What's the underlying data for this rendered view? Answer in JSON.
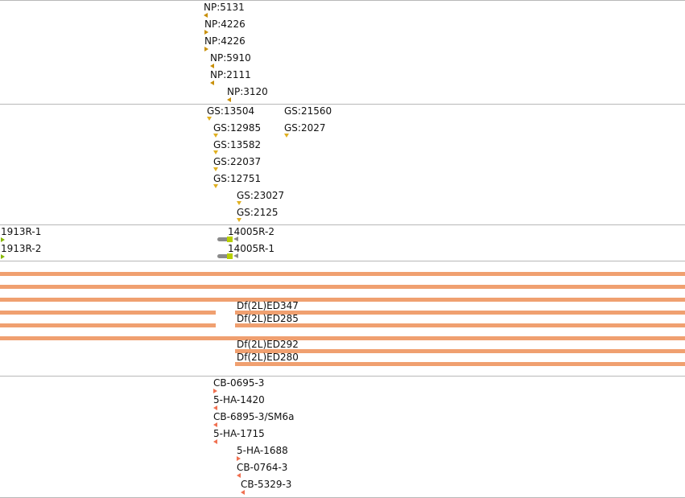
{
  "tracks": {
    "np": {
      "features": [
        {
          "label": "NP:5131",
          "orient": "left"
        },
        {
          "label": "NP:4226",
          "orient": "right"
        },
        {
          "label": "NP:4226",
          "orient": "right"
        },
        {
          "label": "NP:5910",
          "orient": "left"
        },
        {
          "label": "NP:2111",
          "orient": "left"
        },
        {
          "label": "NP:3120",
          "orient": "left"
        }
      ]
    },
    "gs": {
      "features": [
        {
          "label": "GS:13504",
          "orient": "down"
        },
        {
          "label": "GS:21560",
          "orient": "down"
        },
        {
          "label": "GS:12985",
          "orient": "down"
        },
        {
          "label": "GS:2027",
          "orient": "down"
        },
        {
          "label": "GS:13582",
          "orient": "down"
        },
        {
          "label": "GS:22037",
          "orient": "down"
        },
        {
          "label": "GS:12751",
          "orient": "down"
        },
        {
          "label": "GS:23027",
          "orient": "down"
        },
        {
          "label": "GS:2125",
          "orient": "down"
        }
      ]
    },
    "rnai": {
      "features": [
        {
          "label": "1913R-1"
        },
        {
          "label": "1913R-2"
        },
        {
          "label": "14005R-2"
        },
        {
          "label": "14005R-1"
        }
      ]
    },
    "deficiency": {
      "labels": [
        "Df(2L)ED347",
        "Df(2L)ED285",
        "Df(2L)ED292",
        "Df(2L)ED280"
      ]
    },
    "insertions": {
      "features": [
        {
          "label": "CB-0695-3",
          "orient": "right"
        },
        {
          "label": "5-HA-1420",
          "orient": "left"
        },
        {
          "label": "CB-6895-3/SM6a",
          "orient": "left"
        },
        {
          "label": "5-HA-1715",
          "orient": "left"
        },
        {
          "label": "5-HA-1688",
          "orient": "right"
        },
        {
          "label": "CB-0764-3",
          "orient": "left"
        },
        {
          "label": "CB-5329-3",
          "orient": "left"
        }
      ]
    }
  },
  "colors": {
    "np_marker": "#c8900a",
    "gs_marker": "#e0b020",
    "rnai_marker": "#88b800",
    "deficiency_bar": "#f0a070",
    "insertion_marker": "#f07050",
    "separator": "#b8b8b8"
  }
}
